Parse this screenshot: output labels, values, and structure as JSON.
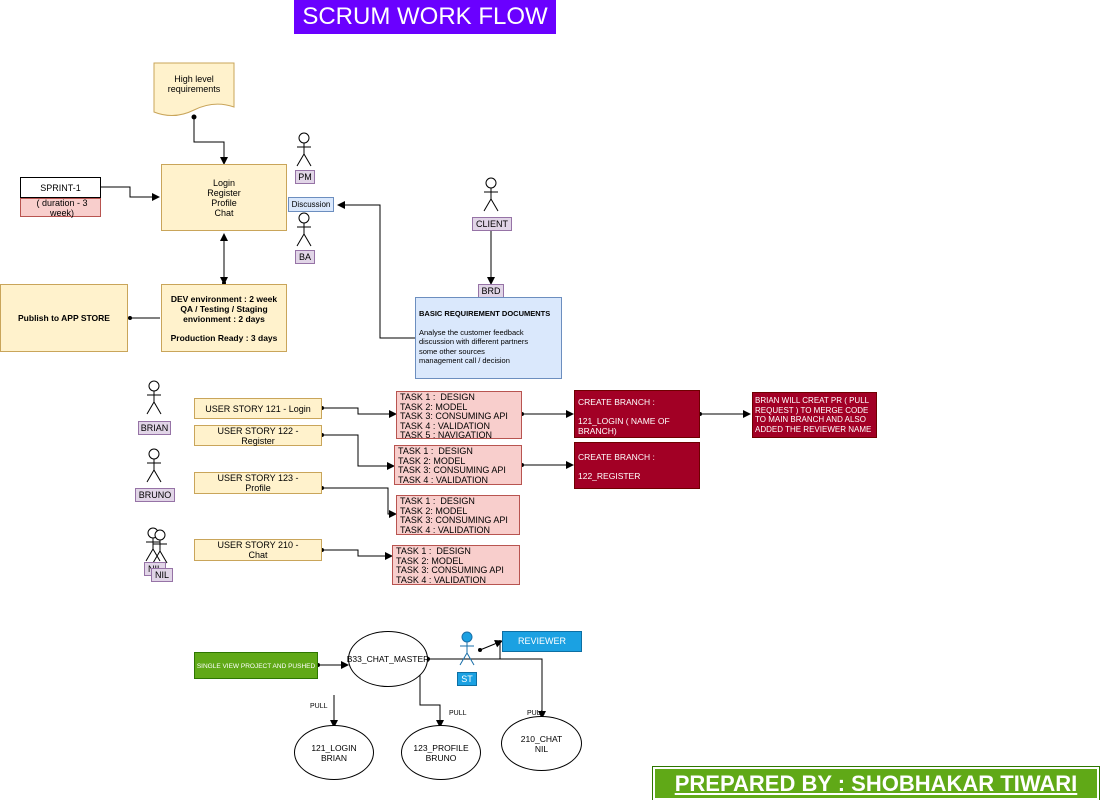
{
  "title": "SCRUM WORK FLOW",
  "requirements_doc": "High level requirements",
  "features": [
    "Login",
    "Register",
    "Profile",
    "Chat"
  ],
  "sprint": {
    "name": "SPRINT-1",
    "duration": "( duration - 3 week)"
  },
  "discussion": "Discussion",
  "actors": {
    "pm": "PM",
    "ba": "BA",
    "client": "CLIENT",
    "st": "ST"
  },
  "brd": {
    "label": "BRD",
    "title": "BASIC REQUIREMENT DOCUMENTS",
    "lines": [
      "Analyse the customer feedback",
      "discussion with different partners",
      "some other sources",
      "management call / decision"
    ]
  },
  "environments": [
    "DEV environment : 2 week",
    "QA / Testing / Staging envionment : 2 days",
    "Production Ready : 3 days"
  ],
  "publish": "Publish to APP STORE",
  "developers": [
    "BRIAN",
    "BRUNO",
    "NIL",
    "NIL"
  ],
  "user_stories": [
    "USER STORY 121 - Login",
    "USER STORY 122 - Register",
    "USER STORY 123 - Profile",
    "USER STORY 210 - Chat"
  ],
  "task_groups": [
    [
      "TASK 1 :  DESIGN",
      "TASK 2: MODEL",
      "TASK 3: CONSUMING API",
      "TASK 4 : VALIDATION",
      "TASK 5 : NAVIGATION"
    ],
    [
      "TASK 1 :  DESIGN",
      "TASK 2: MODEL",
      "TASK 3: CONSUMING API",
      "TASK 4 : VALIDATION"
    ],
    [
      "TASK 1 :  DESIGN",
      "TASK 2: MODEL",
      "TASK 3: CONSUMING API",
      "TASK 4 : VALIDATION"
    ],
    [
      "TASK 1 :  DESIGN",
      "TASK 2: MODEL",
      "TASK 3: CONSUMING API",
      "TASK 4 : VALIDATION"
    ]
  ],
  "branches": [
    {
      "title": "CREATE BRANCH :",
      "name": "121_LOGIN  ( NAME OF BRANCH)"
    },
    {
      "title": "CREATE BRANCH :",
      "name": "122_REGISTER"
    }
  ],
  "pr_note": "BRIAN WILL CREAT PR ( PULL REQUEST ) TO MERGE CODE TO MAIN BRANCH AND ALSO ADDED THE REVIEWER NAME",
  "single_view": "SINGLE VIEW PROJECT AND PUSHED IT",
  "master_branch": "B33_CHAT_MASTER",
  "reviewer": "REVIEWER",
  "pull_label": "PULL",
  "child_branches": [
    {
      "branch": "121_LOGIN",
      "dev": "BRIAN"
    },
    {
      "branch": "123_PROFILE",
      "dev": "BRUNO"
    },
    {
      "branch": "210_CHAT",
      "dev": "NIL"
    }
  ],
  "footer": "PREPARED BY : SHOBHAKAR TIWARI",
  "colors": {
    "title_bg": "#6a00ff",
    "footer_bg": "#60a917",
    "reviewer_bg": "#1ba1e2",
    "st_actor": "#1ba1e2",
    "branch_bg": "#a20025"
  }
}
